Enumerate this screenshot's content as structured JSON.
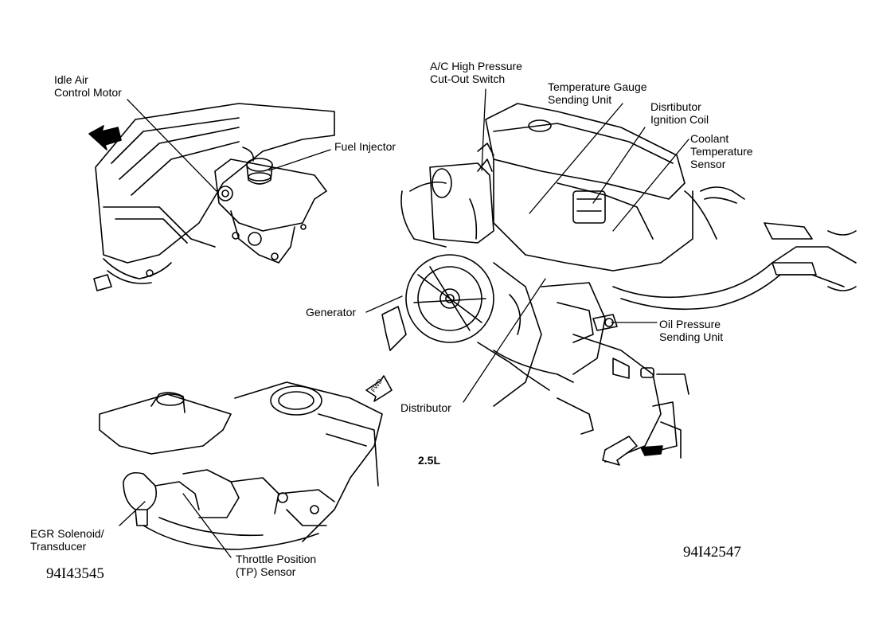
{
  "labels": {
    "idle_air_control_motor": [
      "Idle Air",
      "Control Motor"
    ],
    "fuel_injector": "Fuel Injector",
    "ac_high_pressure_switch": [
      "A/C High Pressure",
      "Cut-Out Switch"
    ],
    "temperature_gauge_sending_unit": [
      "Temperature Gauge",
      "Sending Unit"
    ],
    "distributor_ignition_coil": [
      "Disrtibutor",
      "Ignition Coil"
    ],
    "coolant_temperature_sensor": [
      "Coolant",
      "Temperature",
      "Sensor"
    ],
    "generator": "Generator",
    "oil_pressure_sending_unit": [
      "Oil Pressure",
      "Sending Unit"
    ],
    "distributor": "Distributor",
    "engine_size": "2.5L",
    "egr_solenoid_transducer": [
      "EGR Solenoid/",
      "Transducer"
    ],
    "throttle_position_sensor": [
      "Throttle Position",
      "(TP) Sensor"
    ],
    "fwd_arrow_text": "FWD"
  },
  "figure_codes": {
    "left": "94I43545",
    "right": "94I42547"
  }
}
